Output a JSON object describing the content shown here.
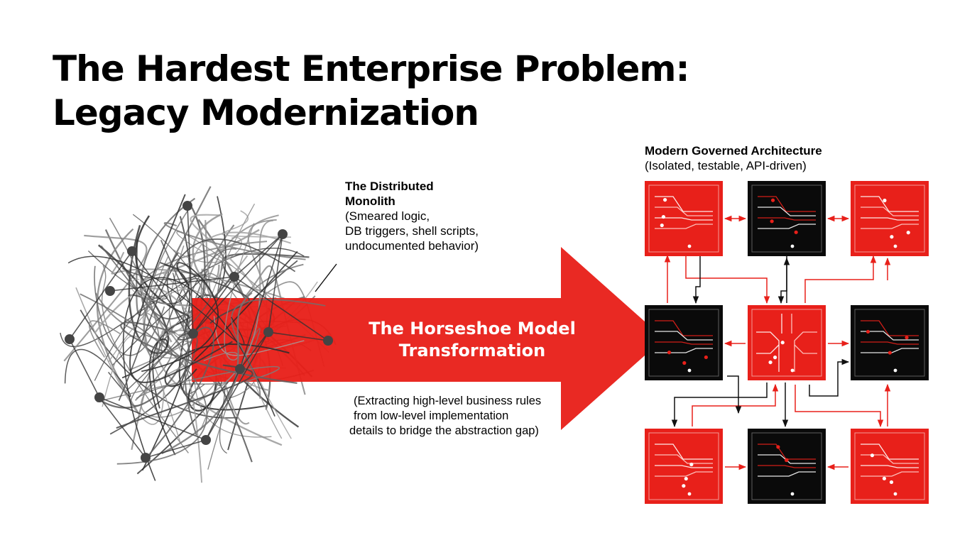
{
  "title": {
    "line1": "The Hardest Enterprise Problem:",
    "line2": "Legacy Modernization"
  },
  "monolith": {
    "heading_line1": "The Distributed",
    "heading_line2": "Monolith",
    "desc_line1": "(Smeared logic,",
    "desc_line2": "DB triggers, shell scripts,",
    "desc_line3": "undocumented behavior)"
  },
  "transformation": {
    "label_line1": "The Horseshoe Model",
    "label_line2": "Transformation",
    "note_line1": "(Extracting high-level business rules",
    "note_line2": "from low-level implementation",
    "note_line3": "details to bridge the abstraction gap)"
  },
  "architecture": {
    "heading": "Modern Governed Architecture",
    "subheading": "(Isolated, testable, API-driven)",
    "modules": [
      {
        "row": 0,
        "col": 0,
        "color": "red"
      },
      {
        "row": 0,
        "col": 1,
        "color": "black"
      },
      {
        "row": 0,
        "col": 2,
        "color": "red"
      },
      {
        "row": 1,
        "col": 0,
        "color": "black"
      },
      {
        "row": 1,
        "col": 1,
        "color": "red"
      },
      {
        "row": 1,
        "col": 2,
        "color": "black"
      },
      {
        "row": 2,
        "col": 0,
        "color": "red"
      },
      {
        "row": 2,
        "col": 1,
        "color": "black"
      },
      {
        "row": 2,
        "col": 2,
        "color": "red"
      }
    ]
  },
  "colors": {
    "accent": "#e8201a",
    "dark": "#0a0a0a",
    "gray": "#5a5a5a",
    "background": "#ffffff"
  }
}
